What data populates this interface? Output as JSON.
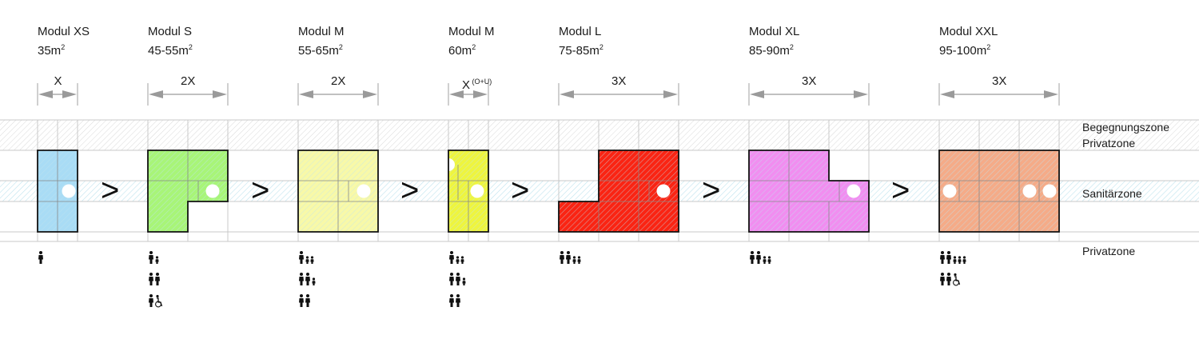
{
  "modules": [
    {
      "name": "Modul XS",
      "area": "35m",
      "area_unit": "2",
      "width_label": "X",
      "width_sup": "",
      "color": "#a9dcf5",
      "people_rows": [
        [
          "adult"
        ]
      ]
    },
    {
      "name": "Modul S",
      "area": "45-55m",
      "area_unit": "2",
      "width_label": "2X",
      "width_sup": "",
      "color": "#a8f578",
      "people_rows": [
        [
          "adult",
          "child"
        ],
        [
          "adult",
          "adult"
        ],
        [
          "adult",
          "wheelchair"
        ]
      ]
    },
    {
      "name": "Modul M",
      "area": "55-65m",
      "area_unit": "2",
      "width_label": "2X",
      "width_sup": "",
      "color": "#f8f9a8",
      "people_rows": [
        [
          "adult",
          "child",
          "child"
        ],
        [
          "adult",
          "adult",
          "child"
        ],
        [
          "adult",
          "adult"
        ]
      ]
    },
    {
      "name": "Modul M",
      "area": "60m",
      "area_unit": "2",
      "width_label": "X",
      "width_sup": "(O+U)",
      "color": "#eef53f",
      "people_rows": [
        [
          "adult",
          "child",
          "child"
        ],
        [
          "adult",
          "adult",
          "child"
        ],
        [
          "adult",
          "adult"
        ]
      ]
    },
    {
      "name": "Modul L",
      "area": "75-85m",
      "area_unit": "2",
      "width_label": "3X",
      "width_sup": "",
      "color": "#fa2413",
      "people_rows": [
        [
          "adult",
          "adult",
          "child",
          "child"
        ]
      ]
    },
    {
      "name": "Modul XL",
      "area": "85-90m",
      "area_unit": "2",
      "width_label": "3X",
      "width_sup": "",
      "color": "#f18ef0",
      "people_rows": [
        [
          "adult",
          "adult",
          "child",
          "child"
        ]
      ]
    },
    {
      "name": "Modul XXL",
      "area": "95-100m",
      "area_unit": "2",
      "width_label": "3X",
      "width_sup": "",
      "color": "#f5ab88",
      "people_rows": [
        [
          "adult",
          "adult",
          "child",
          "child",
          "child"
        ],
        [
          "adult",
          "adult",
          "wheelchair"
        ]
      ]
    }
  ],
  "comparator": ">",
  "zones": {
    "begegnung": "Begegnungszone",
    "privat_top": "Privatzone",
    "sanitaer": "Sanitärzone",
    "privat_bottom": "Privatzone"
  },
  "colors": {
    "outline": "#111111",
    "grid": "#c8c8c8",
    "hatch_begegnung": "#d6d6d6",
    "hatch_sanitaer": "#bfe3ee",
    "arrow": "#9a9a9a"
  }
}
